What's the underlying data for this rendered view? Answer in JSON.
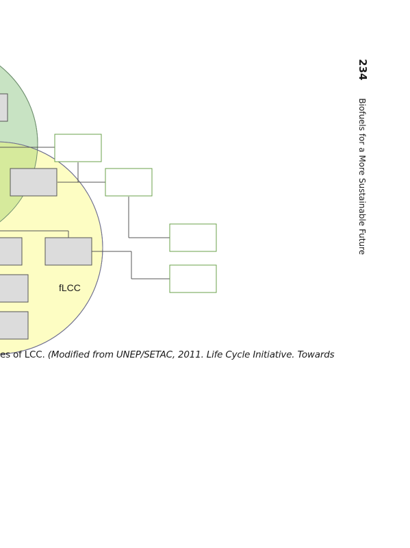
{
  "diagram": {
    "label_flcc": "fLCC",
    "colors": {
      "green_circle_fill": "#c8e3c3",
      "yellow_circle_fill": "#fdfdc3",
      "overlap_fill": "#d6ea9c",
      "box_grey": "#dcdcdc",
      "box_outline_green": "#6aa04a"
    }
  },
  "caption": {
    "prefix": "es of LCC. ",
    "italic": "(Modified from UNEP/SETAC, 2011. Life Cycle Initiative. Towards"
  },
  "running_head": {
    "page_number": "234",
    "book_title": "Biofuels for a More Sustainable Future"
  }
}
